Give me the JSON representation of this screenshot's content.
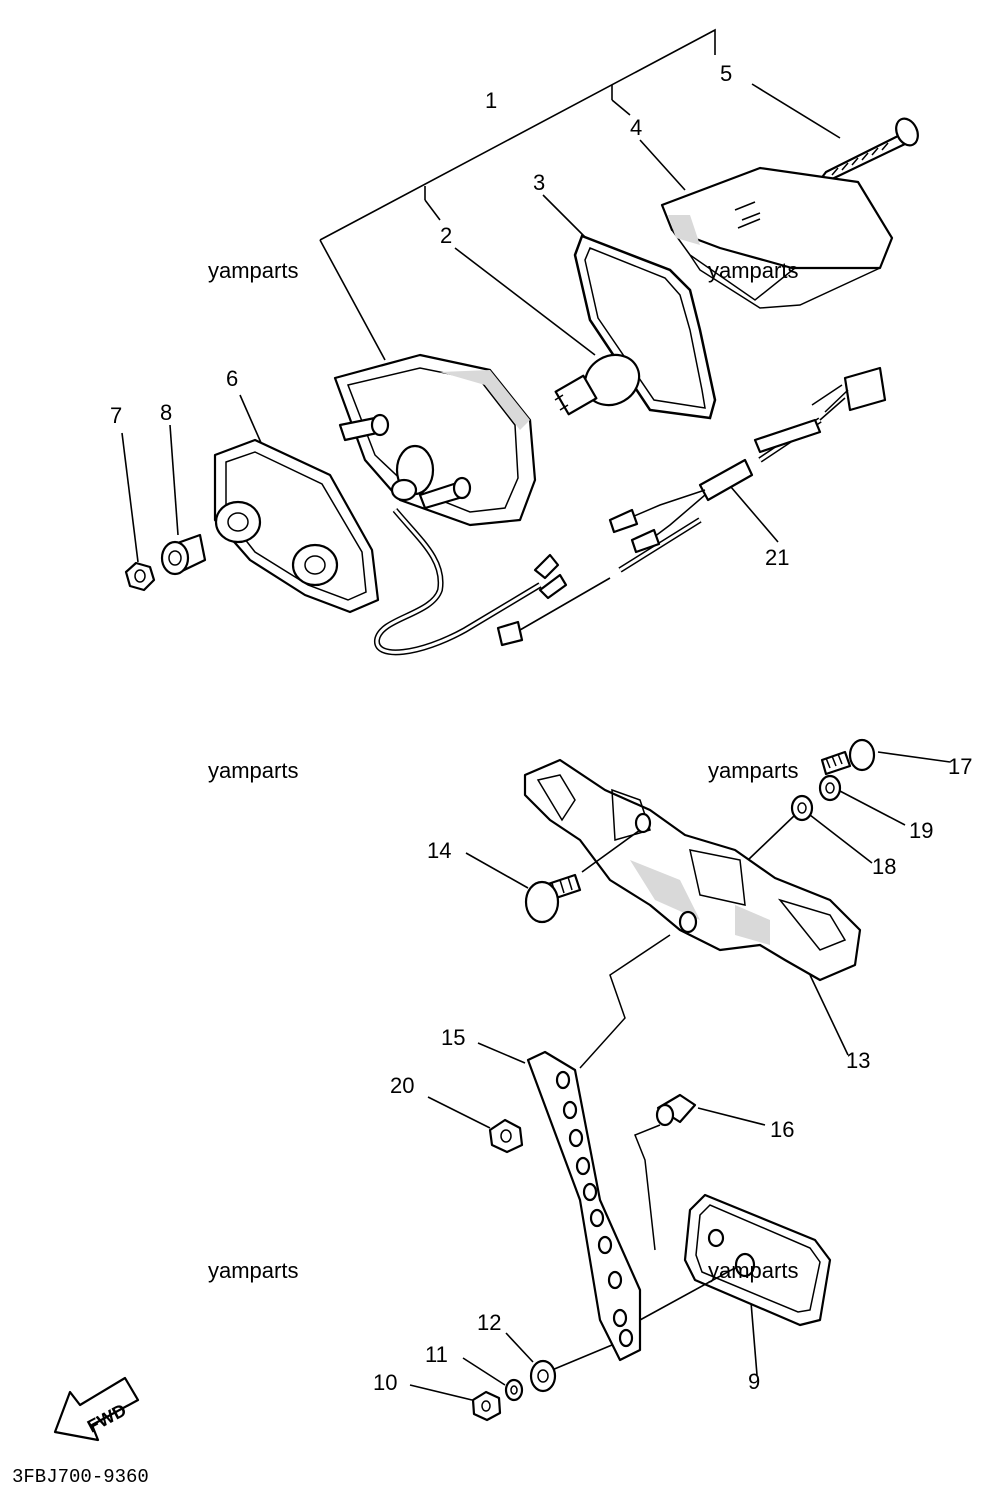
{
  "diagram_code": "3FBJ700-9360",
  "watermark": "yamparts",
  "fwd_label": "FWD",
  "callouts": {
    "c1": "1",
    "c2": "2",
    "c3": "3",
    "c4": "4",
    "c5": "5",
    "c6": "6",
    "c7": "7",
    "c8": "8",
    "c9": "9",
    "c10": "10",
    "c11": "11",
    "c12": "12",
    "c13": "13",
    "c14": "14",
    "c15": "15",
    "c16": "16",
    "c17": "17",
    "c18": "18",
    "c19": "19",
    "c20": "20",
    "c21": "21"
  }
}
